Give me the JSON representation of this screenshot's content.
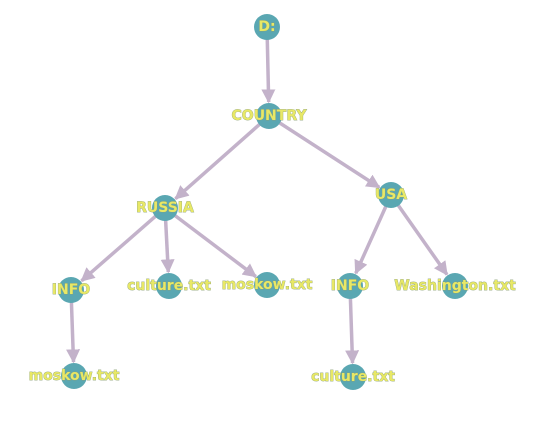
{
  "colors": {
    "edge": "#c3b2ca",
    "node_fill": "#5aa7b2",
    "label_fill": "#e8e866",
    "label_stroke": "#8aa074"
  },
  "tree": {
    "nodes": [
      {
        "id": "d",
        "label": "D:"
      },
      {
        "id": "country",
        "label": "COUNTRY"
      },
      {
        "id": "russia",
        "label": "RUSSIA"
      },
      {
        "id": "usa",
        "label": "USA"
      },
      {
        "id": "info_ru",
        "label": "INFO"
      },
      {
        "id": "culture_ru",
        "label": "culture.txt"
      },
      {
        "id": "moskow_ru",
        "label": "moskow.txt"
      },
      {
        "id": "info_us",
        "label": "INFO"
      },
      {
        "id": "washington",
        "label": "Washington.txt"
      },
      {
        "id": "moskow_info",
        "label": "moskow.txt"
      },
      {
        "id": "culture_info",
        "label": "culture.txt"
      }
    ],
    "edges": [
      {
        "from": "d",
        "to": "country"
      },
      {
        "from": "country",
        "to": "russia"
      },
      {
        "from": "country",
        "to": "usa"
      },
      {
        "from": "russia",
        "to": "info_ru"
      },
      {
        "from": "russia",
        "to": "culture_ru"
      },
      {
        "from": "russia",
        "to": "moskow_ru"
      },
      {
        "from": "usa",
        "to": "info_us"
      },
      {
        "from": "usa",
        "to": "washington"
      },
      {
        "from": "info_ru",
        "to": "moskow_info"
      },
      {
        "from": "info_us",
        "to": "culture_info"
      }
    ]
  }
}
